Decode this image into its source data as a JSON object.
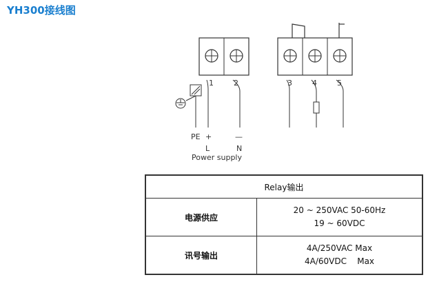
{
  "title": "YH300接线图",
  "terminals": {
    "left_block": [
      "1",
      "2"
    ],
    "right_block": [
      "3",
      "4",
      "5"
    ]
  },
  "labels": {
    "pe": "PE",
    "plus": "+",
    "l": "L",
    "minus": "—",
    "n": "N",
    "power_supply": "Power supply"
  },
  "table": {
    "header": "Relay输出",
    "rows": [
      {
        "key": "电源供应",
        "values": [
          "20 ~ 250VAC 50-60Hz",
          "19 ~ 60VDC"
        ]
      },
      {
        "key": "讯号输出",
        "values": [
          "4A/250VAC Max",
          "4A/60VDC    Max"
        ]
      }
    ]
  },
  "colors": {
    "title": "#1a7fcf",
    "lines": "#333333"
  }
}
